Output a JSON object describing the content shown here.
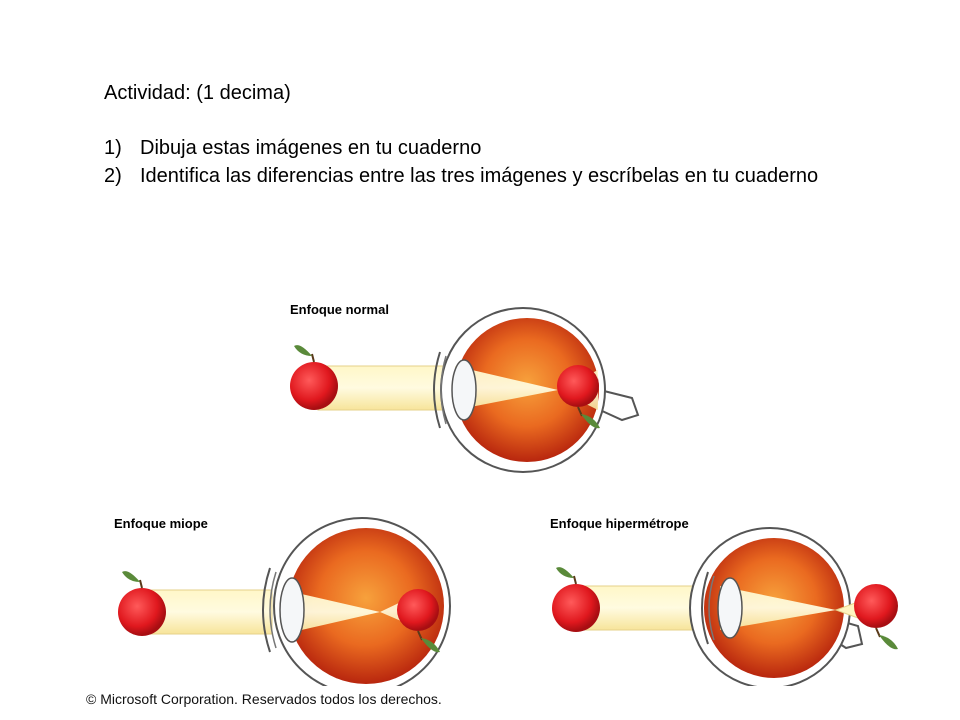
{
  "activity": {
    "title": "Actividad: (1 decima)",
    "items": [
      {
        "number": "1)",
        "text": "Dibuja estas imágenes en tu cuaderno"
      },
      {
        "number": "2)",
        "text": "Identifica las diferencias entre las tres imágenes y escríbelas en tu cuaderno"
      }
    ]
  },
  "diagrams": {
    "normal": {
      "label": "Enfoque normal"
    },
    "miope": {
      "label": "Enfoque miope"
    },
    "hipermetrope": {
      "label": "Enfoque hipermétrope"
    }
  },
  "copyright": "© Microsoft Corporation. Reservados todos los derechos.",
  "colors": {
    "sclera": "#ffffff",
    "eye_outline": "#555555",
    "eye_inner": "#e8601c",
    "eye_edge": "#c02a10",
    "apple": "#e8222a",
    "leaf": "#5a8a3a",
    "light_beam": "#fff3b0"
  }
}
